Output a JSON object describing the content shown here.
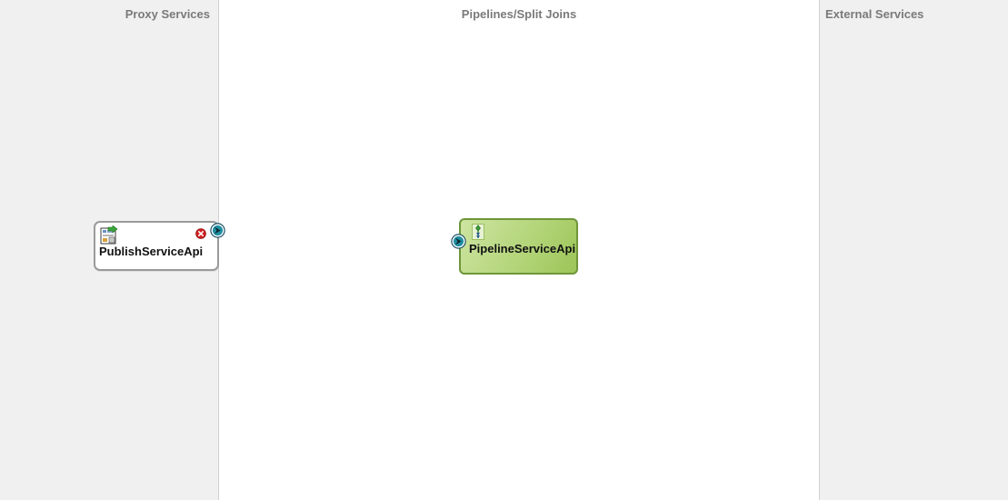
{
  "lanes": {
    "proxy_services": {
      "title": "Proxy Services"
    },
    "pipelines": {
      "title": "Pipelines/Split Joins"
    },
    "external_services": {
      "title": "External Services"
    }
  },
  "nodes": {
    "proxy": {
      "label": "PublishServiceApi",
      "icon": "proxy-service-icon",
      "status_icon": "error-icon"
    },
    "pipeline": {
      "label": "PipelineServiceApi",
      "icon": "pipeline-icon"
    }
  },
  "ports": {
    "proxy_out": {
      "icon": "service-port-icon"
    },
    "pipeline_in": {
      "icon": "service-port-icon"
    }
  },
  "colors": {
    "lane_background": "#f0f0f0",
    "canvas_background": "#ffffff",
    "lane_title": "#7a7a7a",
    "pipeline_fill": "#b4d57a",
    "pipeline_border": "#6e963a",
    "port_teal": "#1f8ea0",
    "error_red": "#d32222"
  }
}
